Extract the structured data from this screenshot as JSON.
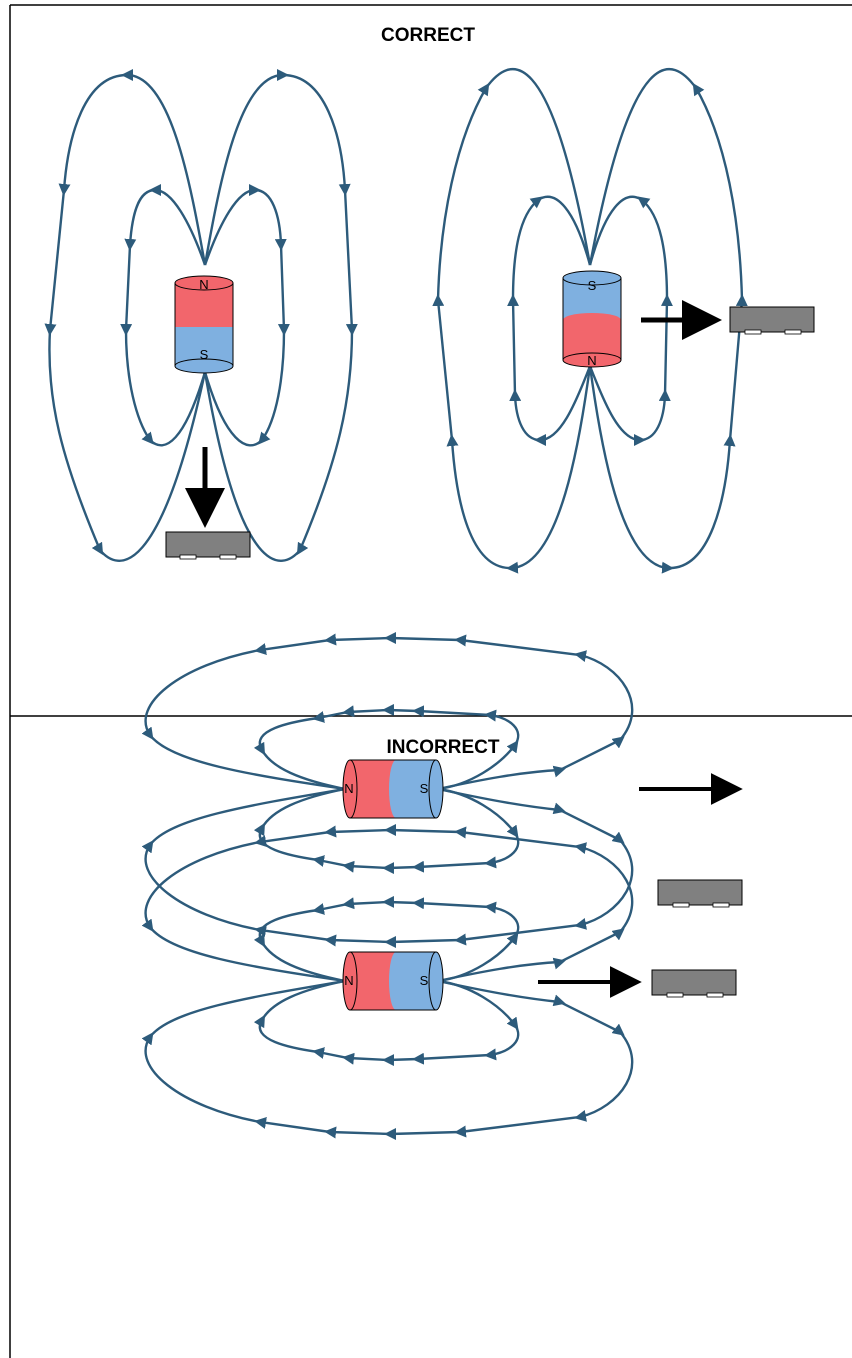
{
  "sections": {
    "correct_label": "CORRECT",
    "incorrect_label": "INCORRECT"
  },
  "magnet_top_left": {
    "upper_pole": "N",
    "lower_pole": "S"
  },
  "magnet_top_right": {
    "upper_pole": "S",
    "lower_pole": "N"
  },
  "magnet_middle": {
    "left_pole": "N",
    "right_pole": "S"
  },
  "magnet_bottom": {
    "left_pole": "N",
    "right_pole": "S"
  },
  "colors": {
    "north": "#f2666c",
    "south": "#7fb0e0",
    "field_line": "#2d5b7b",
    "sensor": "#808080",
    "arrow": "#000000",
    "border": "#000000"
  },
  "icons": {
    "magnet": "cylinder-magnet-icon",
    "sensor": "hall-sensor-chip-icon",
    "direction": "bold-arrow-icon"
  }
}
